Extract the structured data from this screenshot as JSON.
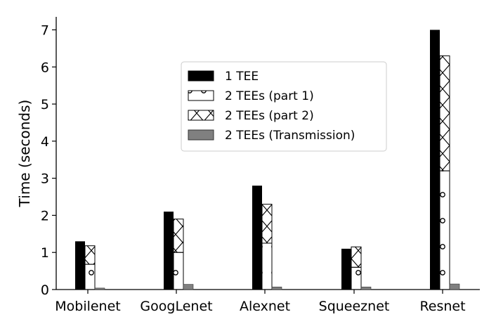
{
  "chart_data": {
    "type": "bar",
    "title": "",
    "xlabel": "",
    "ylabel": "Time (seconds)",
    "categories": [
      "Mobilenet",
      "GoogLenet",
      "Alexnet",
      "Squeeznet",
      "Resnet"
    ],
    "ylim": [
      0,
      7.35
    ],
    "yticks": [
      0,
      1,
      2,
      3,
      4,
      5,
      6,
      7
    ],
    "grid": false,
    "legend_position": "center",
    "series": [
      {
        "name": "1 TEE",
        "kind": "single",
        "color": "#000000",
        "values": [
          1.3,
          2.1,
          2.8,
          1.1,
          7.0
        ]
      },
      {
        "name": "2 TEEs (part 1)",
        "kind": "stack-bottom",
        "pattern": "circles",
        "values": [
          0.68,
          1.0,
          1.25,
          0.6,
          3.2
        ]
      },
      {
        "name": "2 TEEs (part 2)",
        "kind": "stack-top",
        "pattern": "cross",
        "values": [
          0.5,
          0.9,
          1.05,
          0.55,
          3.1
        ]
      },
      {
        "name": "2 TEEs (Transmission)",
        "kind": "single",
        "color": "#808080",
        "values": [
          0.04,
          0.14,
          0.07,
          0.07,
          0.15
        ]
      }
    ]
  }
}
